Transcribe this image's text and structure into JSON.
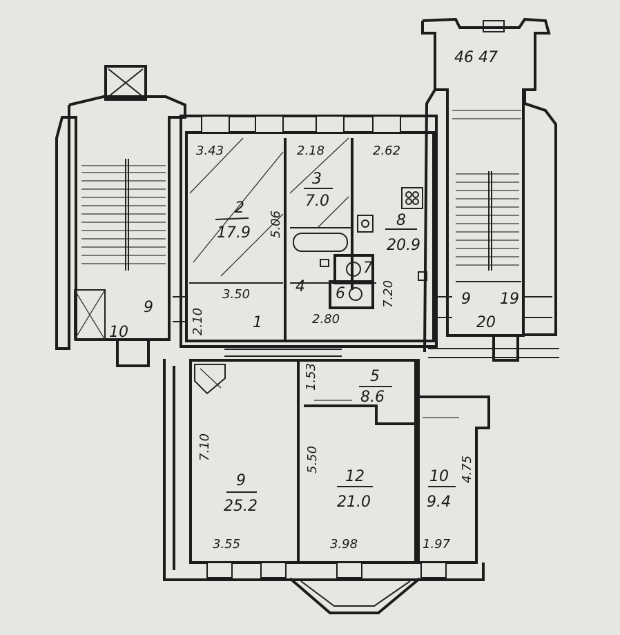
{
  "rooms": {
    "r1": {
      "number": "1"
    },
    "r2": {
      "number": "2",
      "area": "17.9"
    },
    "r3": {
      "number": "3",
      "area": "7.0"
    },
    "r4": {
      "number": "4"
    },
    "r5": {
      "number": "5",
      "area": "8.6"
    },
    "r6": {
      "number": "6"
    },
    "r7": {
      "number": "7"
    },
    "r8": {
      "number": "8",
      "area": "20.9"
    },
    "r9": {
      "number": "9",
      "area": "25.2"
    },
    "r10": {
      "number": "10",
      "area": "9.4"
    },
    "r12": {
      "number": "12",
      "area": "21.0"
    }
  },
  "stairs": {
    "left": {
      "number_a": "9",
      "number_b": "10"
    },
    "right": {
      "number_a": "9",
      "number_b": "19",
      "number_c": "20",
      "top_numbers": "46 47"
    }
  },
  "dimensions": {
    "d343": "3.43",
    "d218": "2.18",
    "d262": "2.62",
    "d506": "5.06",
    "d350": "3.50",
    "d280": "2.80",
    "d210": "2.10",
    "d720": "7.20",
    "d153": "1.53",
    "d710": "7.10",
    "d550": "5.50",
    "d475": "4.75",
    "d355": "3.55",
    "d398": "3.98",
    "d197": "1.97"
  }
}
